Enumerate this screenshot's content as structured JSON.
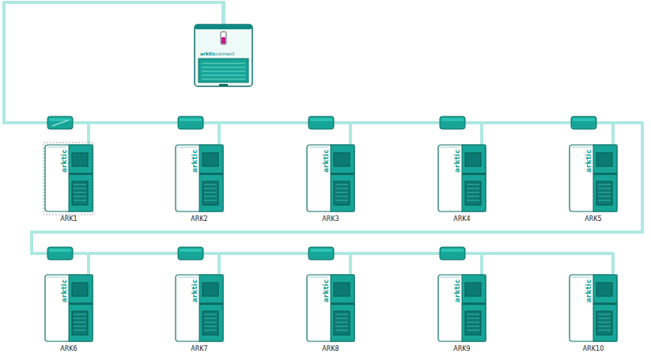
{
  "diagram": {
    "nodes": [
      {
        "text": [
          "arktic",
          "connect"
        ]
      },
      {
        "text": [
          "arktic",
          "ARK1"
        ]
      },
      {
        "text": [
          "arktic",
          "ARK2"
        ]
      },
      {
        "text": [
          "arktic",
          "ARK3"
        ]
      },
      {
        "text": [
          "arktic",
          "ARK4"
        ]
      },
      {
        "text": [
          "arktic",
          "ARK5"
        ]
      },
      {
        "text": [
          "arktic",
          "ARK6"
        ]
      },
      {
        "text": [
          "arktic",
          "ARK7"
        ]
      },
      {
        "text": [
          "arktic",
          "ARK8"
        ]
      },
      {
        "text": [
          "arktic",
          "ARK9"
        ]
      },
      {
        "text": [
          "arktic",
          "ARK10"
        ]
      }
    ],
    "edges": [
      {
        "from": 0,
        "to": 1,
        "arrow": "none"
      },
      {
        "from": 0,
        "to": 2,
        "arrow": "none"
      },
      {
        "from": 0,
        "to": 3,
        "arrow": "none"
      },
      {
        "from": 0,
        "to": 4,
        "arrow": "none"
      },
      {
        "from": 0,
        "to": 5,
        "arrow": "none"
      },
      {
        "from": 0,
        "to": 6,
        "arrow": "none"
      },
      {
        "from": 0,
        "to": 7,
        "arrow": "none"
      },
      {
        "from": 0,
        "to": 8,
        "arrow": "none"
      },
      {
        "from": 0,
        "to": 9,
        "arrow": "none"
      },
      {
        "from": 0,
        "to": 10,
        "arrow": "none"
      }
    ]
  }
}
